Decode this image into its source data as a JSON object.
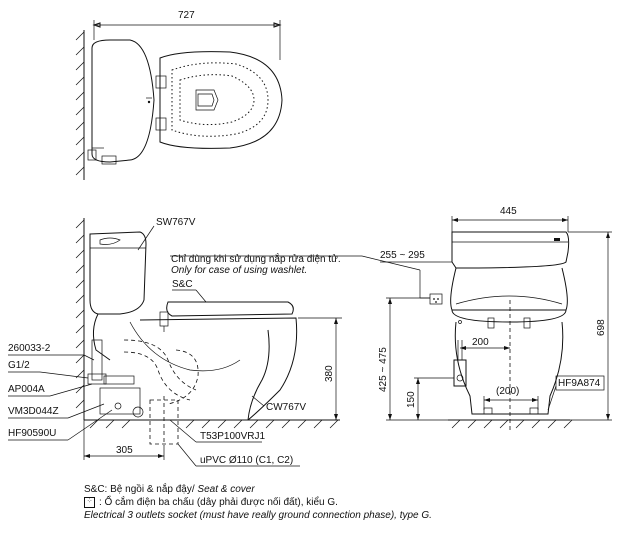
{
  "top_view": {
    "width_dim": "727"
  },
  "side_view": {
    "labels": {
      "sw767v": "SW767V",
      "note_vi": "Chỉ dùng khi sử dụng nắp rửa điện tử.",
      "note_en": "Only for case of using washlet.",
      "sc": "S&C",
      "p260033": "260033-2",
      "g12": "G1/2",
      "ap004a": "AP004A",
      "vm3d044z": "VM3D044Z",
      "hf90590u": "HF90590U",
      "cw767v": "CW767V",
      "t53p": "T53P100VRJ1",
      "upvc": "uPVC Ø110 (C1, C2)"
    },
    "dims": {
      "h380": "380",
      "d305": "305"
    }
  },
  "front_view": {
    "dims": {
      "w445": "445",
      "r255": "255 ~ 295",
      "h698": "698",
      "d200": "200",
      "r425": "425 ~ 475",
      "d150": "150",
      "p200": "(200)"
    },
    "labels": {
      "hf9a874": "HF9A874"
    }
  },
  "legend": {
    "sc": "S&C: Bệ ngồi & nắp đậy/ ",
    "sc_en": "Seat & cover",
    "socket_vi": ": Ổ cắm điện ba chấu (dây phải được nối đất), kiểu G.",
    "socket_en": "Electrical 3 outlets socket (must have really ground connection phase), type G."
  },
  "icons": {
    "socket": "socket-icon"
  }
}
